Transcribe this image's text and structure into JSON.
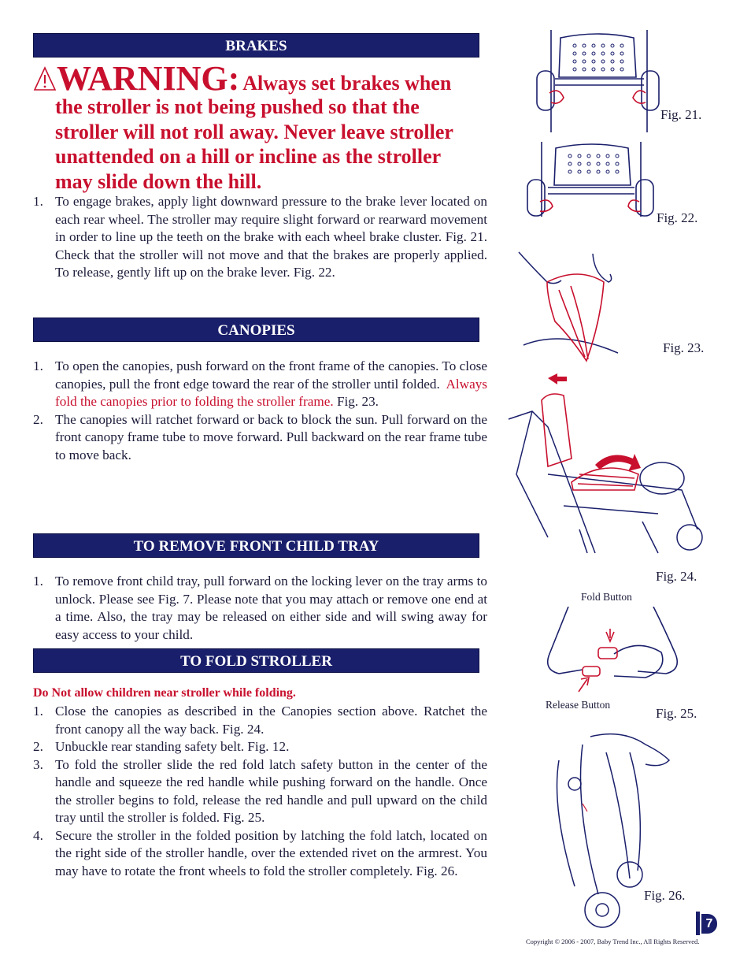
{
  "sections": {
    "brakes": "BRAKES",
    "canopies": "CANOPIES",
    "tray": "TO REMOVE FRONT CHILD TRAY",
    "fold": "TO FOLD STROLLER"
  },
  "warning": {
    "word": "WARNING:",
    "lead": "Always set brakes when",
    "rest": "the stroller is not being pushed so that the stroller will not roll away.  Never leave stroller unattended on a hill or incline as the stroller may slide down the hill."
  },
  "brakes_steps": [
    {
      "num": "1.",
      "text": "To engage brakes, apply light downward pressure to the brake lever located on each rear wheel.  The stroller may require slight forward or rearward movement in order to line up the teeth on the brake with each wheel brake cluster.  Fig. 21.  Check that the stroller will not move and that the brakes are properly applied.   To release, gently lift up on the brake lever.  Fig. 22."
    }
  ],
  "canopy_steps": [
    {
      "num": "1.",
      "text": "To open the canopies, push forward on the front frame of the canopies.  To close canopies, pull the front edge toward the rear of the stroller until folded.",
      "red": "Always fold the canopies prior to folding the stroller frame.",
      "after": "Fig. 23."
    },
    {
      "num": "2.",
      "text": "The canopies will ratchet forward or back to block the sun.  Pull forward on the front canopy frame tube to move forward.  Pull backward on the rear frame tube to move back."
    }
  ],
  "tray_steps": [
    {
      "num": "1.",
      "text": "To remove front child tray, pull forward on the locking lever on the tray arms to unlock.  Please see Fig. 7.  Please note that you may attach or remove one end at a time.  Also, the tray may be released on either side and will swing away for easy access to your child."
    }
  ],
  "fold_warning": "Do Not allow children near stroller while folding.",
  "fold_steps": [
    {
      "num": "1.",
      "text": "Close the canopies as described in the Canopies section above.  Ratchet the front canopy all the way back. Fig. 24."
    },
    {
      "num": "2.",
      "text": "Unbuckle rear standing safety belt. Fig. 12."
    },
    {
      "num": "3.",
      "text": "To fold the stroller slide the red fold latch safety button in the center of the handle and squeeze the red handle while pushing forward on the handle.  Once the stroller begins to fold, release the red handle and pull upward on the child tray until the stroller is folded.  Fig. 25."
    },
    {
      "num": "4.",
      "text": "Secure the stroller in the folded position by latching the fold latch, located on the right side of the stroller handle, over the extended rivet on the armrest.  You may have to rotate the front wheels to fold the stroller completely.  Fig. 26."
    }
  ],
  "figures": {
    "fig21": "Fig. 21.",
    "fig22": "Fig. 22.",
    "fig23": "Fig. 23.",
    "fig24": "Fig. 24.",
    "fig25": "Fig. 25.",
    "fig26": "Fig. 26.",
    "fold_button": "Fold Button",
    "release_button": "Release Button"
  },
  "footer": {
    "copyright": "Copyright © 2006 - 2007, Baby Trend Inc., All Rights Reserved.",
    "page": "7"
  },
  "colors": {
    "navy": "#1a1f6b",
    "red": "#c8102e"
  }
}
